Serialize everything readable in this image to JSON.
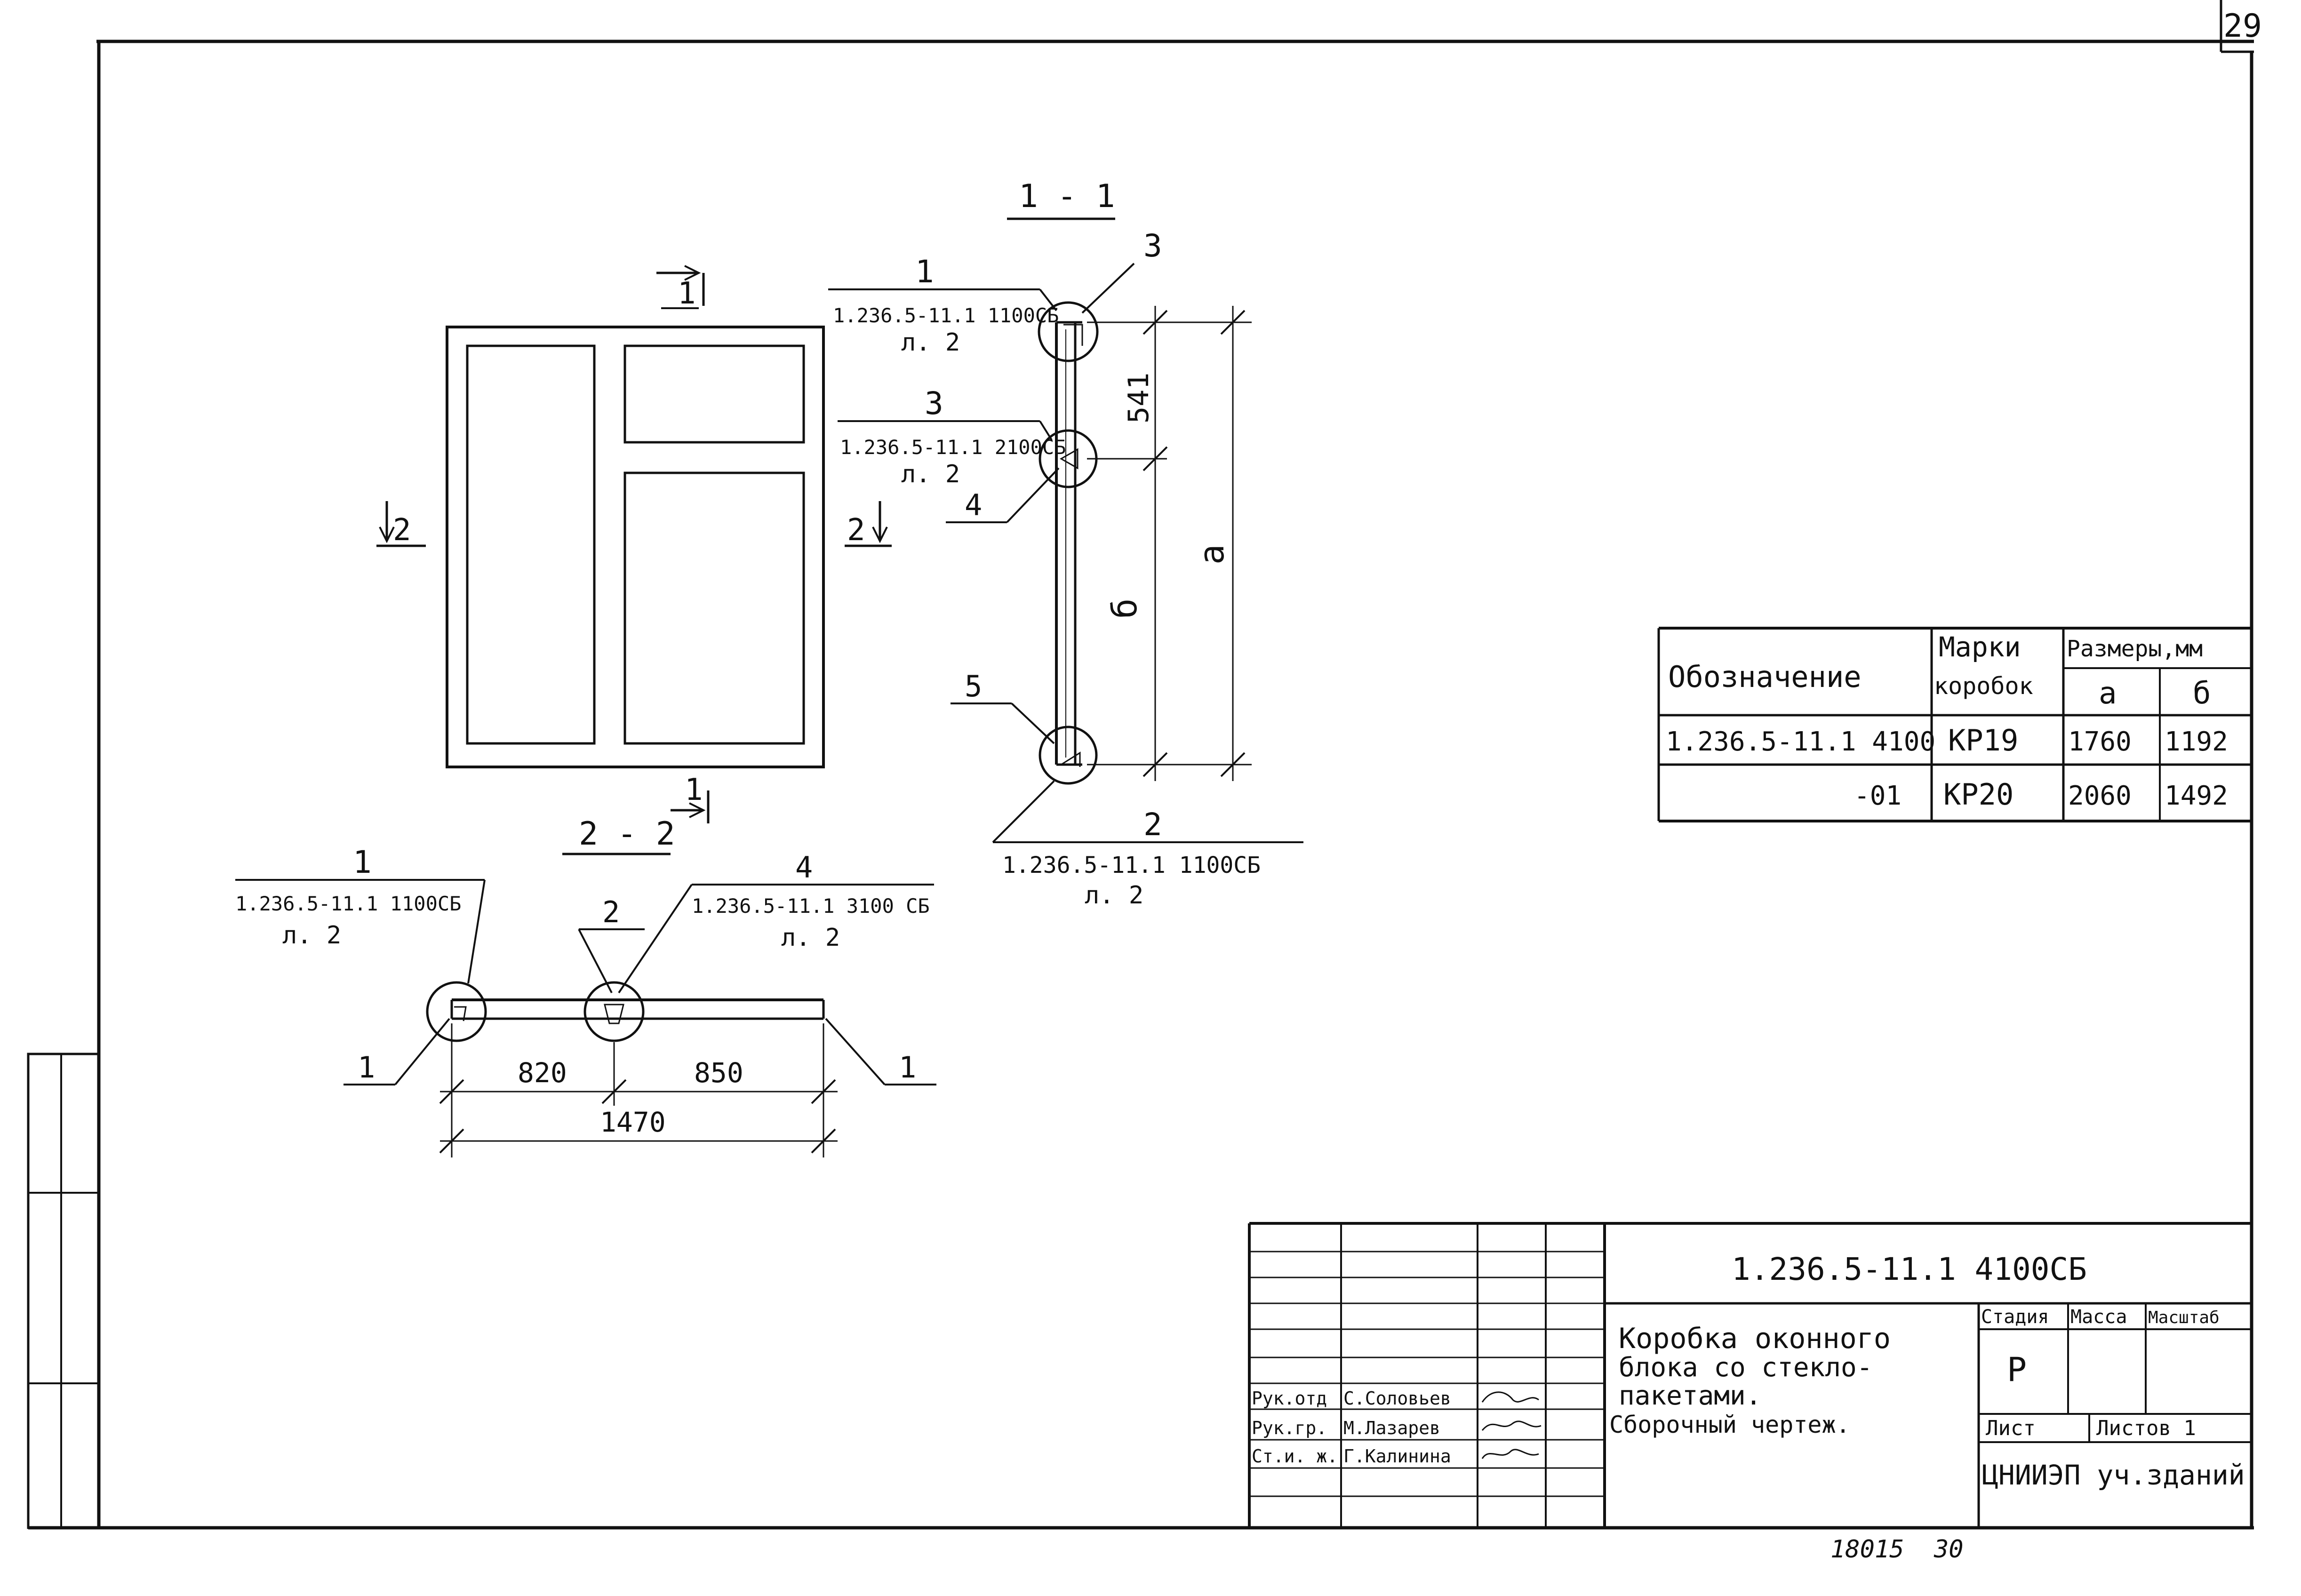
{
  "page_number": "29",
  "bottom_note": {
    "code": "18015",
    "page": "30"
  },
  "front_view": {
    "marker_1_top": "1",
    "marker_1_bottom": "1",
    "marker_2_left": "2",
    "marker_2_right": "2"
  },
  "section_1_1": {
    "title": "1 - 1",
    "callout_1": {
      "num": "1",
      "ref": "1.236.5-11.1 1100СБ",
      "sheet": "л. 2"
    },
    "callout_3": {
      "num": "3",
      "ref": "1.236.5-11.1 2100СБ",
      "sheet": "л. 2"
    },
    "label_3_top": "3",
    "label_4": "4",
    "label_5": "5",
    "callout_2": {
      "num": "2",
      "ref": "1.236.5-11.1 1100СБ",
      "sheet": "л. 2"
    },
    "dim_541": "541",
    "dim_b": "б",
    "dim_a": "а"
  },
  "section_2_2": {
    "title": "2 - 2",
    "callout_1": {
      "num": "1",
      "ref": "1.236.5-11.1 1100СБ",
      "sheet": "л. 2"
    },
    "callout_2": {
      "num": "2"
    },
    "callout_4": {
      "num": "4",
      "ref": "1.236.5-11.1 3100 СБ",
      "sheet": "л. 2"
    },
    "leader_left": "1",
    "leader_right": "1",
    "dim_820": "820",
    "dim_850": "850",
    "dim_1470": "1470"
  },
  "spec_table": {
    "headers": {
      "designation": "Обозначение",
      "marks_line1": "Марки",
      "marks_line2": "коробок",
      "sizes": "Размеры,мм",
      "col_a": "а",
      "col_b": "б"
    },
    "rows": [
      {
        "designation": "1.236.5-11.1 4100",
        "mark": "КР19",
        "a": "1760",
        "b": "1192"
      },
      {
        "designation": "-01",
        "mark": "КР20",
        "a": "2060",
        "b": "1492"
      }
    ]
  },
  "title_block": {
    "doc_code": "1.236.5-11.1 4100СБ",
    "title_lines": [
      "Коробка оконного",
      "блока со стекло-",
      "пакетами.",
      "Сборочный чертеж."
    ],
    "stage_label": "Стадия",
    "mass_label": "Масса",
    "scale_label": "Масштаб",
    "stage_value": "Р",
    "sheet_label": "Лист",
    "sheets_label": "Листов 1",
    "org": "ЦНИИЭП уч.зданий",
    "signatures": [
      {
        "role": "Рук.отд",
        "name": "С.Соловьев"
      },
      {
        "role": "Рук.гр.",
        "name": "М.Лазарев"
      },
      {
        "role": "Ст.и. ж.",
        "name": "Г.Калинина"
      }
    ]
  }
}
